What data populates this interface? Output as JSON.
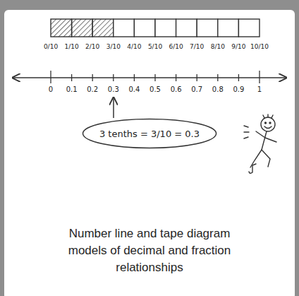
{
  "diagram": {
    "caption": "Number line and tape diagram models of decimal and fraction relationships",
    "nodes": [
      {
        "text": [
          "3 tenths = 3/10 = 0.3"
        ]
      }
    ],
    "labels": [
      "0/10",
      "1/10",
      "2/10",
      "3/10",
      "4/10",
      "5/10",
      "6/10",
      "7/10",
      "8/10",
      "9/10",
      "10/10",
      "0",
      "0.1",
      "0.2",
      "0.3",
      "0.4",
      "0.5",
      "0.6",
      "0.7",
      "0.8",
      "0.9",
      "1"
    ]
  }
}
